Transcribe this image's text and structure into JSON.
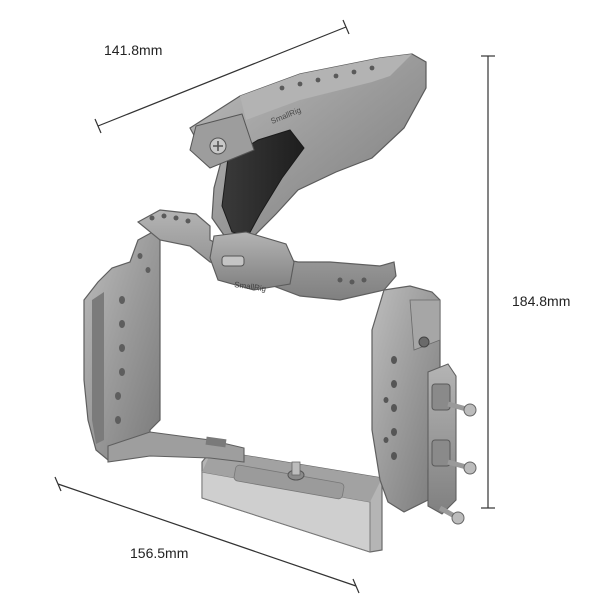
{
  "dimensions": {
    "depth_top": "141.8mm",
    "height_right": "184.8mm",
    "width_bottom": "156.5mm"
  },
  "product": {
    "brand_engraving": "SmallRig"
  },
  "colors": {
    "metal_light": "#a9a9a9",
    "metal_mid": "#8d8d8d",
    "metal_dark": "#6f6f6f",
    "grip_rubber": "#2b2b2b",
    "dimension_line": "#333333",
    "background": "#ffffff"
  }
}
